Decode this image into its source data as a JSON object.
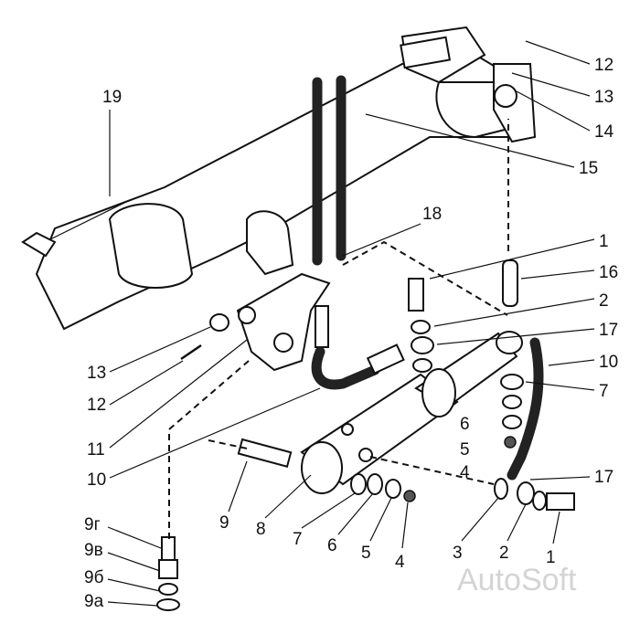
{
  "diagram": {
    "labels": {
      "l12_top": "12",
      "l13_top": "13",
      "l14": "14",
      "l15": "15",
      "l19": "19",
      "l18": "18",
      "l1_right": "1",
      "l16": "16",
      "l2_right": "2",
      "l17_top": "17",
      "l10_right": "10",
      "l7_right": "7",
      "l6_mid": "6",
      "l5_mid": "5",
      "l4_mid": "4",
      "l17_low": "17",
      "l13_left": "13",
      "l12_left": "12",
      "l11": "11",
      "l10_left": "10",
      "l9": "9",
      "l8": "8",
      "l7_bottom": "7",
      "l6_bottom": "6",
      "l5_bottom": "5",
      "l4_bottom": "4",
      "l3": "3",
      "l2_bottom": "2",
      "l1_bottom": "1",
      "l9g": "9г",
      "l9v": "9в",
      "l9b": "9б",
      "l9a": "9а"
    },
    "watermark": "AutoSoft"
  }
}
